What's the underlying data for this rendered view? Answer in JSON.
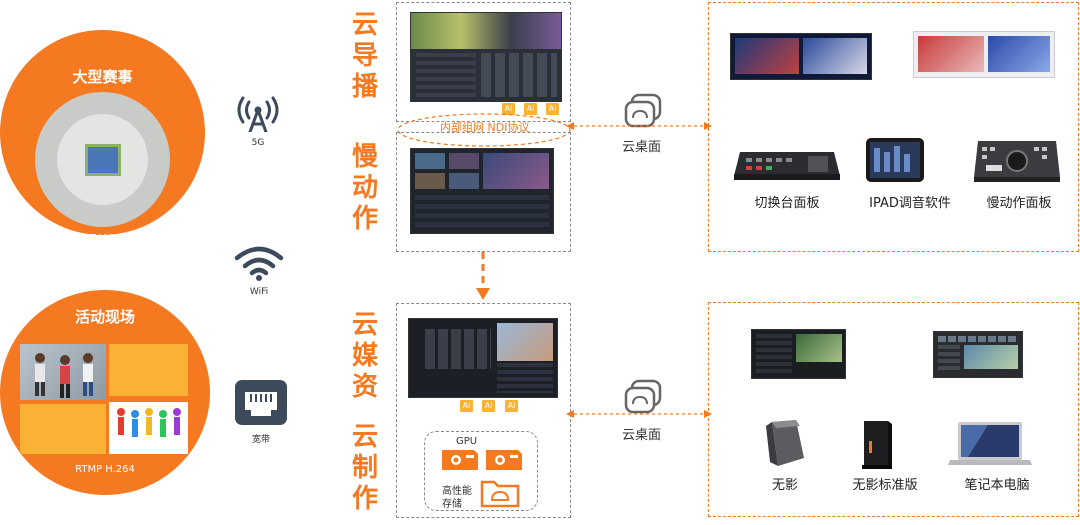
{
  "sources": {
    "big_event": {
      "title": "大型赛事",
      "protocol": "SRT H.264"
    },
    "live_event": {
      "title": "活动现场",
      "protocol": "RTMP H.264"
    }
  },
  "network": {
    "fiveg": "5G",
    "wifi": "WiFi",
    "broadband": "宽带"
  },
  "cloud_modules": {
    "directing": [
      "云",
      "导",
      "播"
    ],
    "slowmo": [
      "慢",
      "动",
      "作"
    ],
    "media_asset": [
      "云",
      "媒",
      "资"
    ],
    "production": [
      "云",
      "制",
      "作"
    ]
  },
  "ai_badge": "Ai",
  "internal_protocol": "内部组网   NDI协议",
  "gpu_label": "GPU",
  "storage_label_1": "高性能",
  "storage_label_2": "存储",
  "cloud_desktop": "云桌面",
  "devices_top": [
    "切换台面板",
    "IPAD调音软件",
    "慢动作面板"
  ],
  "devices_bottom": [
    "无影",
    "无影标准版",
    "笔记本电脑"
  ],
  "colors": {
    "accent": "#f47920",
    "ai_badge": "#f9b233",
    "dashed_gray": "#8a8a8a"
  }
}
